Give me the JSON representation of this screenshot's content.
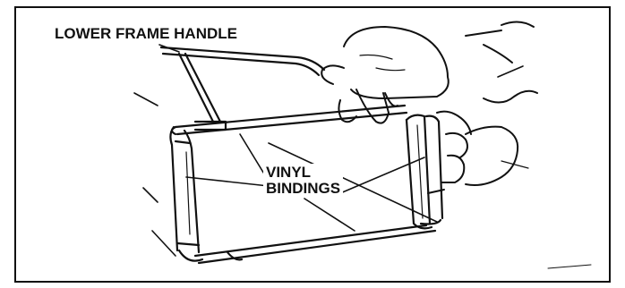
{
  "figure": {
    "labels": {
      "lower_frame_handle": "LOWER FRAME HANDLE",
      "vinyl_line1": "VINYL",
      "vinyl_line2": "BINDINGS"
    },
    "colors": {
      "ink": "#111111",
      "background": "#ffffff"
    }
  }
}
